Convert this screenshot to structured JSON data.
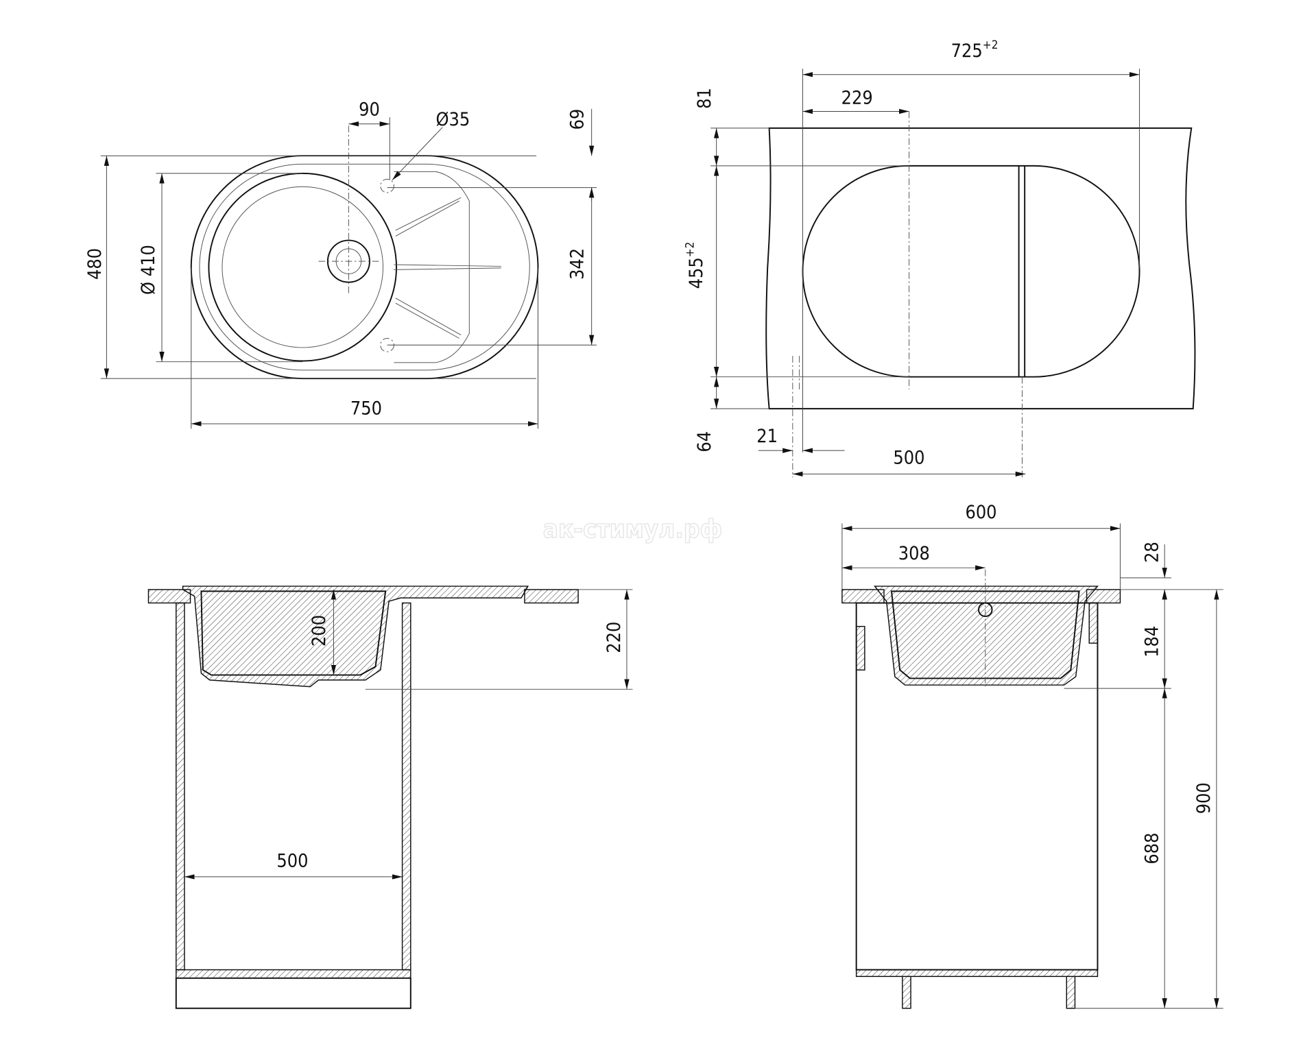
{
  "watermark": "ак-стимул.рф",
  "top_view": {
    "width": "750",
    "height": "480",
    "bowl_diameter": "Ø 410",
    "drain_offset": "90",
    "hole_diameter": "Ø35",
    "hole_offset": "69",
    "hole_spacing": "342"
  },
  "cutout_view": {
    "cutout_width": "725",
    "cutout_width_tol": "+2",
    "cutout_height": "455",
    "cutout_height_tol": "+2",
    "bowl_center_offset": "229",
    "back_offset": "81",
    "front_offset": "64",
    "side_offset": "21",
    "cabinet_width": "500"
  },
  "front_section": {
    "bowl_depth": "200",
    "total_depth": "220",
    "cabinet_width": "500"
  },
  "side_section": {
    "countertop_depth": "600",
    "drain_offset": "308",
    "countertop_thickness": "28",
    "sink_depth": "184",
    "under_sink_height": "688",
    "total_height": "900"
  }
}
